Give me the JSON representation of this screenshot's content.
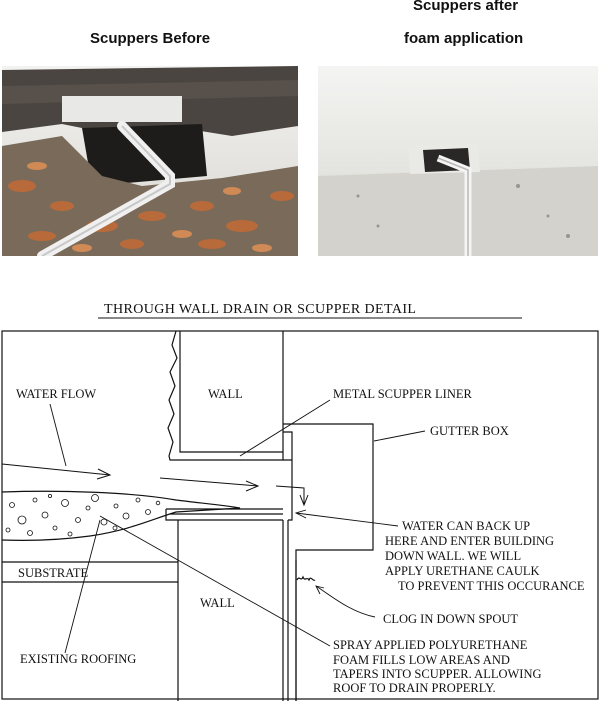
{
  "photos": {
    "before_caption": "Scuppers Before",
    "after_caption_line1": "Scuppers after",
    "after_caption_line2": "foam application"
  },
  "diagram": {
    "title": "THROUGH WALL DRAIN OR SCUPPER DETAIL",
    "labels": {
      "water_flow": "WATER FLOW",
      "wall_top": "WALL",
      "wall_bottom": "WALL",
      "metal_scupper_liner": "METAL SCUPPER LINER",
      "gutter_box": "GUTTER BOX",
      "water_backup_1": "WATER CAN BACK UP",
      "water_backup_2": "HERE AND ENTER BUILDING",
      "water_backup_3": "DOWN WALL. WE WILL",
      "water_backup_4": "APPLY URETHANE CAULK",
      "water_backup_5": "TO PREVENT THIS OCCURANCE",
      "substrate": "SUBSTRATE",
      "clog": "CLOG IN DOWN SPOUT",
      "existing_roofing": "EXISTING ROOFING",
      "foam_1": "SPRAY APPLIED POLYURETHANE",
      "foam_2": "FOAM FILLS LOW AREAS AND",
      "foam_3": "TAPERS INTO SCUPPER. ALLOWING",
      "foam_4": "ROOF TO DRAIN PROPERLY."
    }
  }
}
